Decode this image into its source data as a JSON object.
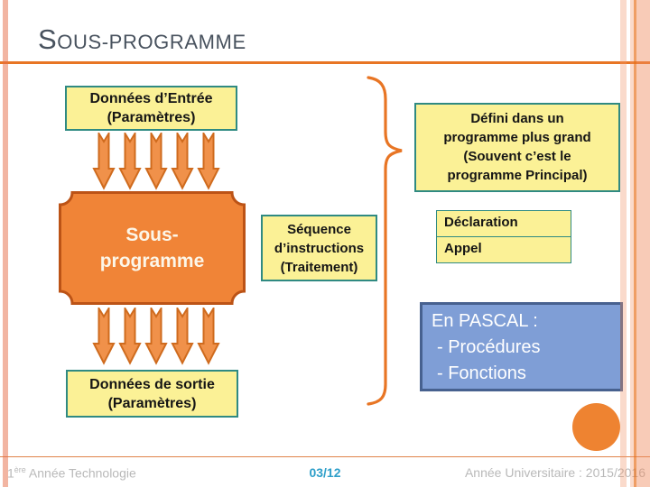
{
  "slide": {
    "title": "Sous-programme"
  },
  "colors": {
    "accent_orange": "#E87524",
    "arrow_fill": "#F0914A",
    "arrow_stroke": "#CF6B1E",
    "plaque_fill": "#F08437",
    "plaque_stroke": "#BC5316",
    "yellow_box_fill": "#FBF196",
    "yellow_box_border": "#2F8A82",
    "pascal_fill": "#7F9ED6",
    "pascal_border": "#47618F",
    "title_color": "#48525E",
    "footer_text": "#B9B9B9",
    "page_number_color": "#2E9FC9"
  },
  "diagram": {
    "input_box": {
      "line1": "Données d’Entrée",
      "line2": "(Paramètres)"
    },
    "subprogram_shape": {
      "line1": "Sous-",
      "line2": "programme"
    },
    "output_box": {
      "line1": "Données de sortie",
      "line2": "(Paramètres)"
    },
    "sequence_box": {
      "line1": "Séquence",
      "line2": "d’instructions",
      "line3": "(Traitement)"
    },
    "defined_box": {
      "line1": "Défini dans un",
      "line2": "programme plus grand",
      "line3": "(Souvent c’est le",
      "line4": "programme Principal)"
    },
    "declaration_row": "Déclaration",
    "call_row": "Appel",
    "pascal_box": {
      "line1": "En PASCAL :",
      "line2": "- Procédures",
      "line3": "- Fonctions"
    },
    "arrow_groups": [
      {
        "name": "input-arrows",
        "count": 5
      },
      {
        "name": "output-arrows",
        "count": 5
      }
    ]
  },
  "footer": {
    "left_prefix": "1",
    "left_sup": "ère",
    "left_rest": " Année Technologie",
    "page": "03/12",
    "right": "Année Universitaire : 2015/2016"
  }
}
